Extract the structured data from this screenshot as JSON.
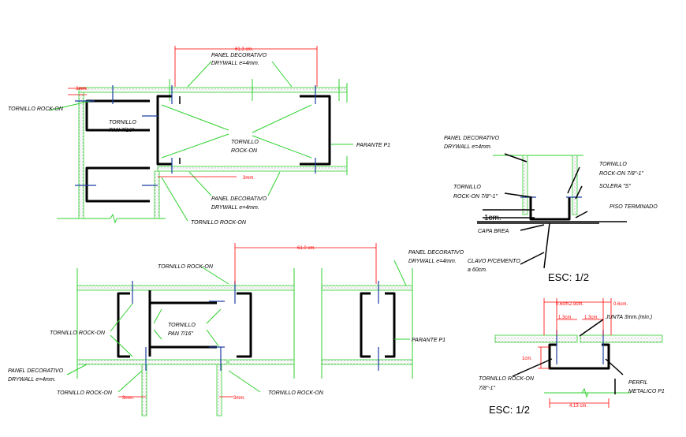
{
  "labels": {
    "tl_panel": "PANEL DECORATIVO",
    "tl_drywall": "DRYWALL e=4mm.",
    "tl_tornillo_left": "TORNILLO ROCK-ON",
    "tl_tornillo_pan_1": "TORNILLO",
    "tl_tornillo_pan_2": "PAN 7/16\"",
    "tl_tornillo_center_1": "TORNILLO",
    "tl_tornillo_center_2": "ROCK-ON",
    "tl_parante": "PARANTE P1",
    "tl_panel_bottom": "PANEL DECORATIVO",
    "tl_drywall_bottom": "DRYWALL e=4mm.",
    "tl_tornillo_bottom": "TORNILLO ROCK-ON",
    "tr_panel": "PANEL DECORATIVO",
    "tr_drywall": "DRYWALL e=4mm.",
    "tr_tornillo_right_1": "TORNILLO",
    "tr_tornillo_right_2": "ROCK-ON 7/8\"-1\"",
    "tr_tornillo_left_1": "TORNILLO",
    "tr_tornillo_left_2": "ROCK-ON 7/8\"-1\"",
    "tr_solera": "SOLERA \"S\"",
    "tr_piso": "PISO TERMINADO",
    "tr_capa": "CAPA BREA",
    "tr_clavo_1": "CLAVO P/CEMENTO",
    "tr_clavo_2": "a 60cm.",
    "bl_tornillo_top": "TORNILLO ROCK-ON",
    "bl_tornillo_left": "TORNILLO ROCK-ON",
    "bl_tornillo_pan_1": "TORNILLO",
    "bl_tornillo_pan_2": "PAN 7/16\"",
    "bl_panel": "PANEL DECORATIVO",
    "bl_drywall": "DRYWALL e=4mm.",
    "bl_tornillo_bottom_left": "TORNILLO ROCK-ON",
    "bl_tornillo_bottom_right": "TORNILLO ROCK-ON",
    "bl_panel_right": "PANEL DECORATIVO",
    "bl_drywall_right": "DRYWALL e=4mm.",
    "bl_parante": "PARANTE P1",
    "br_junta": "JUNTA 3mm.(min.)",
    "br_tornillo_1": "TORNILLO ROCK-ON",
    "br_tornillo_2": "7/8\"-1\"",
    "br_perfil_1": "PERFIL",
    "br_perfil_2": "METALICO P1"
  },
  "dimensions": {
    "tl_width": "61.3 cm.",
    "tl_gap": "3mm.",
    "tl_gap_bottom": "3mm.",
    "tr_height": "1cm.",
    "bl_width": "61.0 cm.",
    "bl_gap_left": "3mm.",
    "bl_gap_right": "3mm.",
    "br_top_left": "0.6cm.",
    "br_top_mid": "2.9cm.",
    "br_top_right": "0.6cm.",
    "br_inner_left": "1.3cm.",
    "br_inner_right": "1.3cm.",
    "br_height": "1cm.",
    "br_bottom": "4.13 cm."
  },
  "scales": {
    "tr_scale": "ESC: 1/2",
    "br_scale": "ESC: 1/2"
  },
  "colors": {
    "board_line": "#2fd12f",
    "profile": "#000000",
    "dimension": "#ff0000",
    "screw": "#1a3fa0"
  }
}
